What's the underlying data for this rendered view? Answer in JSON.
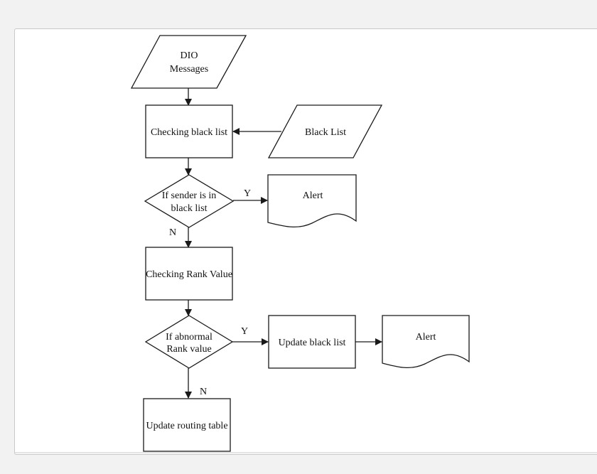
{
  "nodes": {
    "dio_messages": {
      "line1": "DIO",
      "line2": "Messages"
    },
    "checking_black_list": "Checking black list",
    "black_list": "Black List",
    "sender_decision": {
      "line1": "If sender is in",
      "line2": "black list"
    },
    "alert_1": "Alert",
    "checking_rank": "Checking Rank Value",
    "rank_decision": {
      "line1": "If abnormal",
      "line2": "Rank value"
    },
    "update_black_list": "Update black list",
    "alert_2": "Alert",
    "update_routing": "Update routing table"
  },
  "edges": {
    "sender_yes": "Y",
    "sender_no": "N",
    "rank_yes": "Y",
    "rank_no": "N"
  },
  "colors": {
    "stroke": "#1a1a1a",
    "card": "#ffffff",
    "background": "#f2f2f2"
  }
}
